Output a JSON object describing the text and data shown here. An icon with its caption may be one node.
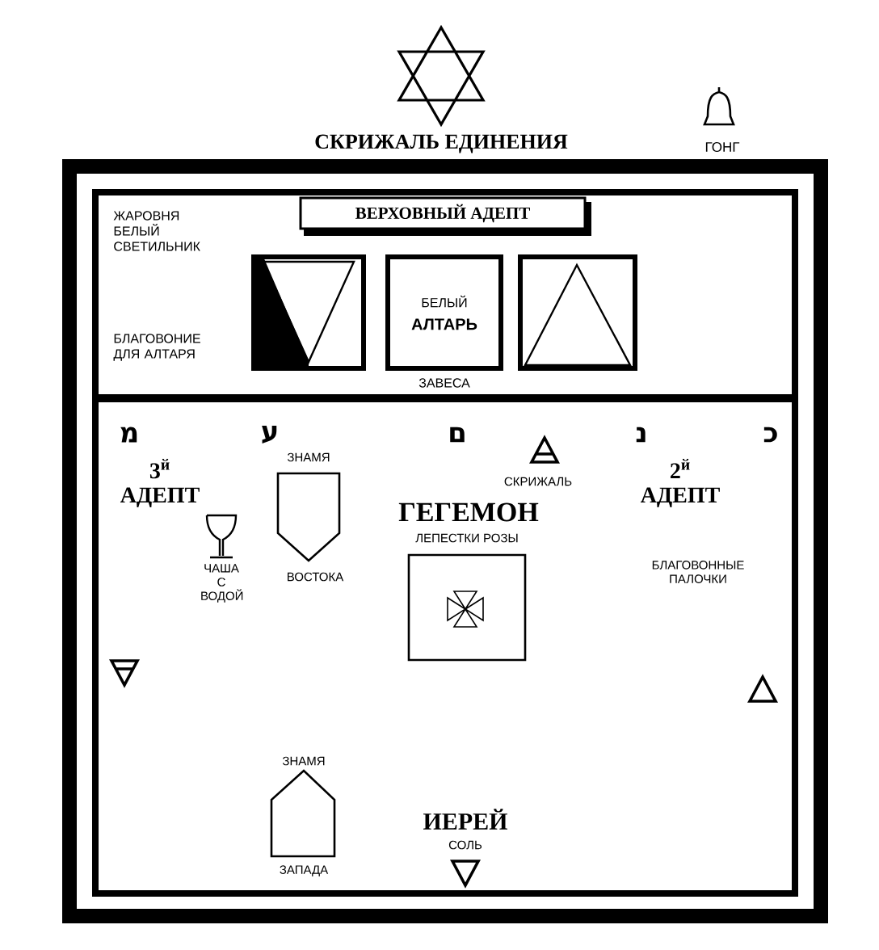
{
  "diagram": {
    "title": "СКРИЖАЛЬ ЕДИНЕНИЯ",
    "nodes": [
      {
        "text": [],
        "shape": "box"
      },
      {
        "text": [
          "ВЕРХОВНЫЙ АДЕПТ"
        ],
        "in": 0
      },
      {
        "text": [],
        "shape": "box",
        "in": 0
      },
      {
        "text": [
          "БЕЛЫЙ",
          "АЛТАРЬ"
        ],
        "beside": [
          "ЗАВЕСА"
        ],
        "in": 0
      },
      {
        "text": [],
        "shape": "box",
        "in": 0
      },
      {
        "text": [],
        "shape": "box"
      },
      {
        "text": [
          "ЗНАМЯ",
          "ВОСТОКА"
        ],
        "in": 5
      },
      {
        "text": [
          "ЛЕПЕСТКИ РОЗЫ"
        ],
        "in": 5
      },
      {
        "text": [
          "ЗНАМЯ",
          "ЗАПАДА"
        ],
        "in": 5
      }
    ],
    "labels": [
      "ГОНГ",
      "ЖАРОВНЯ БЕЛЫЙ СВЕТИЛЬНИК",
      "БЛАГОВОНИЕ ДЛЯ АЛТАРЯ",
      "מ",
      "ע",
      "ם",
      "נ",
      "כ",
      "3$^{й}$ АДЕПТ",
      "СКРИЖАЛЬ",
      "ГЕГЕМОН",
      "2$^{й}$ АДЕПТ",
      "ЧАША С ВОДОЙ",
      "БЛАГОВОННЫЕ ПАЛОЧКИ",
      "ИЕРЕЙ",
      "СОЛЬ"
    ]
  }
}
